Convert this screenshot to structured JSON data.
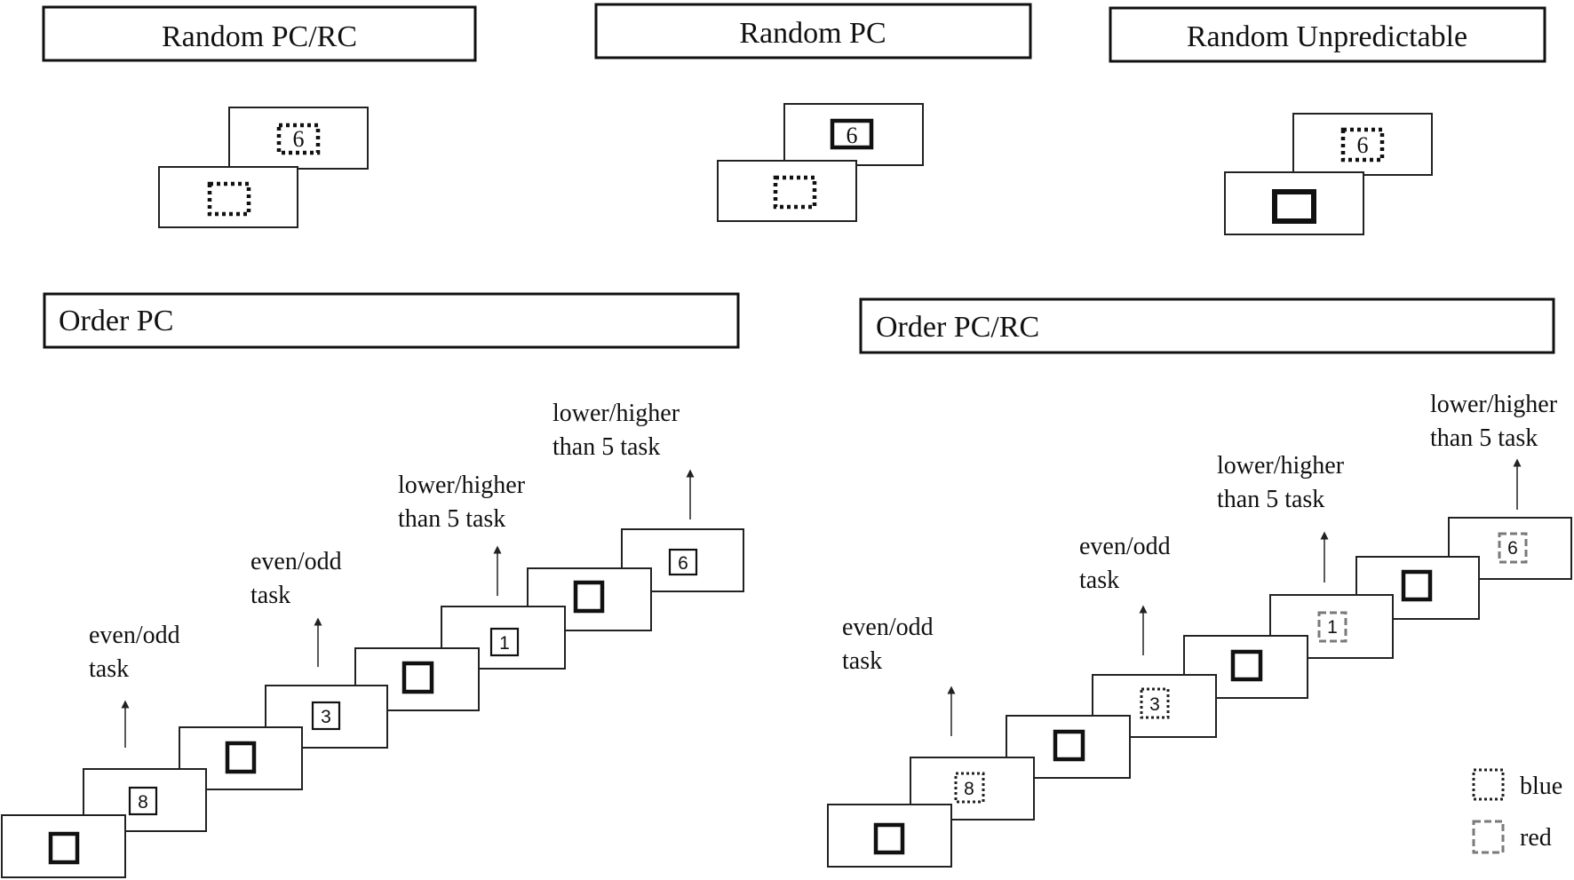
{
  "headers": {
    "random_pc_rc": "Random PC/RC",
    "random_pc": "Random PC",
    "random_unpredictable": "Random Unpredictable",
    "order_pc": "Order PC",
    "order_pc_rc": "Order PC/RC"
  },
  "digits": {
    "eight": "8",
    "three": "3",
    "one": "1",
    "six": "6"
  },
  "task_labels": {
    "even_odd_line1": "even/odd",
    "even_odd_line2": "task",
    "lower_higher_line1": "lower/higher",
    "lower_higher_line2": "than 5 task"
  },
  "legend": {
    "blue": "blue",
    "red": "red"
  }
}
